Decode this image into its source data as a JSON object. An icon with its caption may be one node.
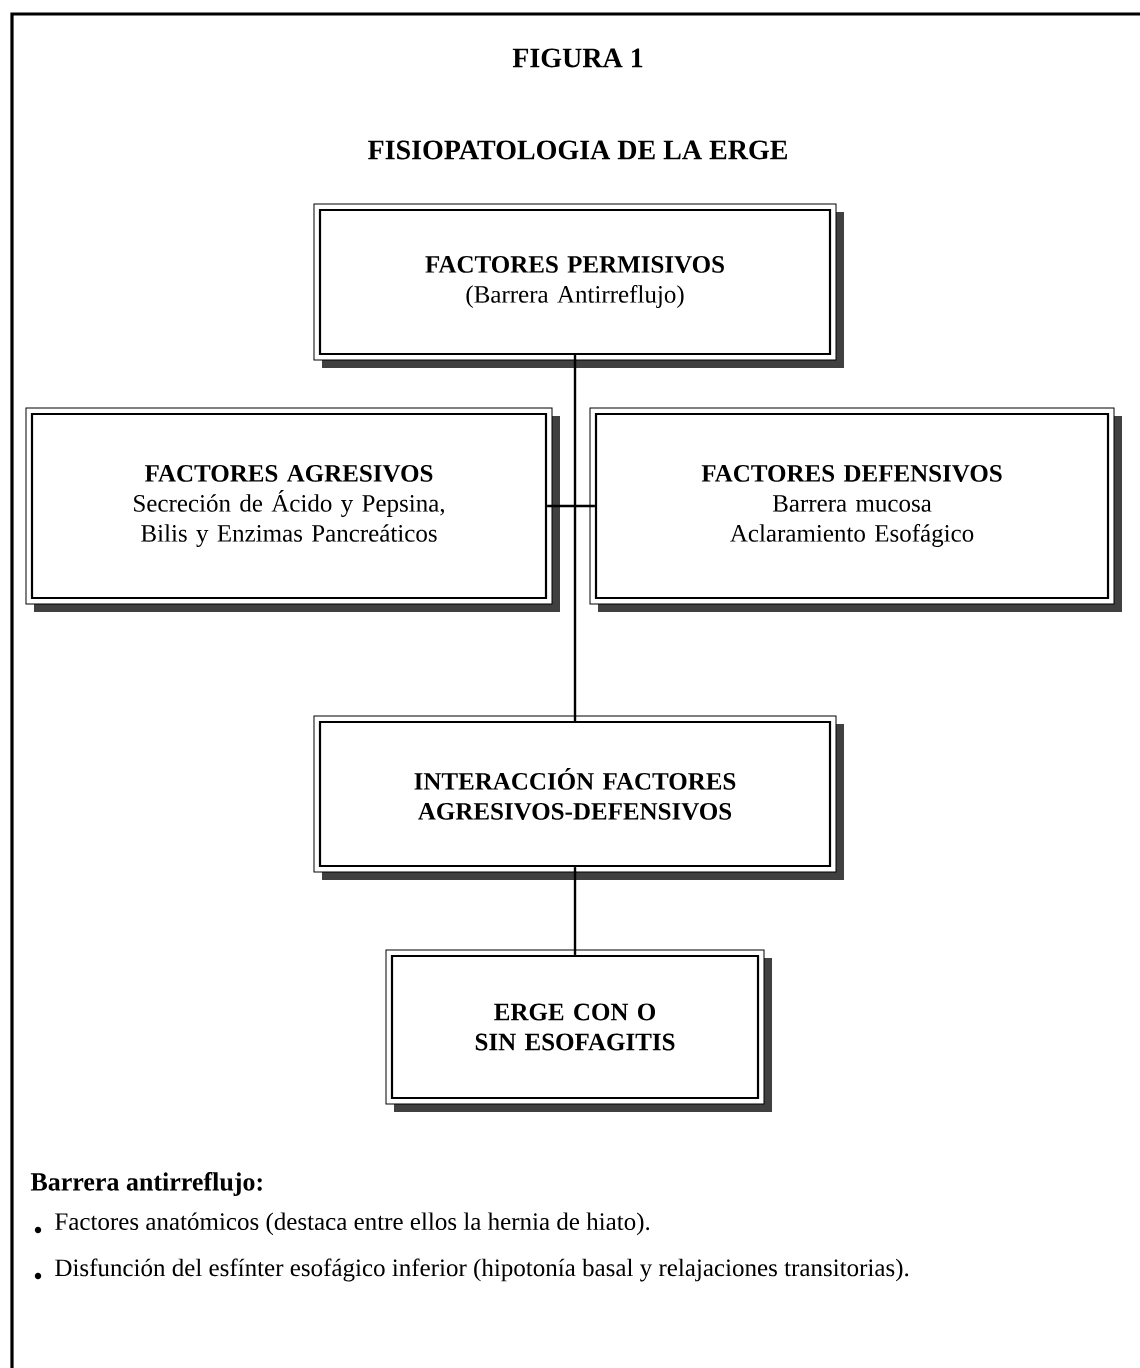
{
  "diagram": {
    "title": "FIGURA 1",
    "caption": "FISIOPATOLOGIA DE LA ERGE",
    "nodes": [
      {
        "text": [
          "FACTORES PERMISIVOS",
          "(Barrera Antirreflujo)"
        ]
      },
      {
        "text": [
          "FACTORES AGRESIVOS",
          "Secreción de Ácido y Pepsina, Bilis y Enzimas Pancreáticos"
        ]
      },
      {
        "text": [
          "FACTORES DEFENSIVOS",
          "Barrera mucosa",
          "Aclaramiento Esofágico"
        ]
      },
      {
        "text": [
          "INTERACCIÓN FACTORES AGRESIVOS-DEFENSIVOS"
        ]
      },
      {
        "text": [
          "ERGE CON O SIN ESOFAGITIS"
        ]
      }
    ],
    "edges": [
      {
        "from": 0,
        "to": 3,
        "arrow": "none"
      },
      {
        "from": 1,
        "to": 2,
        "arrow": "none"
      },
      {
        "from": 3,
        "to": 4,
        "arrow": "none"
      }
    ],
    "labels": [
      "Barrera antirreflujo:",
      "Factores anatómicos (destaca entre ellos la hernia de hiato).",
      "Disfunción del esfínter esofágico inferior (hipotonía basal y relajaciones transitorias)."
    ]
  }
}
